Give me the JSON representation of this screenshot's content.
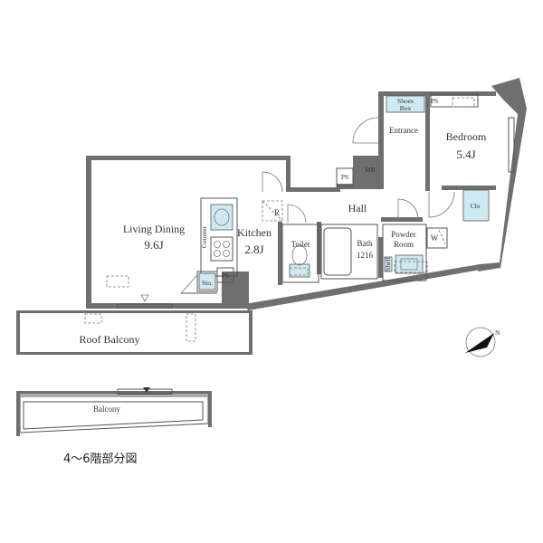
{
  "rooms": {
    "living_dining_name": "Living Dining",
    "living_dining_size": "9.6J",
    "kitchen_name": "Kitchen",
    "kitchen_size": "2.8J",
    "bedroom_name": "Bedroom",
    "bedroom_size": "5.4J",
    "entrance": "Entrance",
    "hall": "Hall",
    "toilet": "Toilet",
    "bath_name": "Bath",
    "bath_size": "1216",
    "powder_line1": "Powder",
    "powder_line2": "Room",
    "roof_balcony": "Roof Balcony",
    "balcony": "Balcony"
  },
  "fixtures": {
    "shoes_box_line1": "Shoes",
    "shoes_box_line2": "Box",
    "ps": "PS",
    "mb": "MB",
    "counter": "Counter",
    "refrigerator": "R",
    "storage": "Sto.",
    "closet": "Clo",
    "washer": "W",
    "shelf": "Shelf"
  },
  "compass": {
    "north": "N"
  },
  "caption": "4〜6階部分図",
  "colors": {
    "wall": "#6f6f6f",
    "fixture": "#cfe9f3",
    "line": "#555555"
  }
}
